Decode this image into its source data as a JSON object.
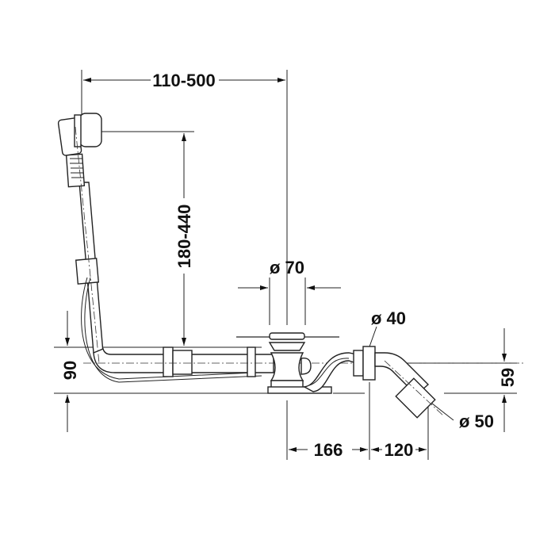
{
  "drawing": {
    "line_color": "#222222",
    "dimensions": {
      "overflow_offset": "110-500",
      "overflow_height": "180-440",
      "depth": "90",
      "drain_diameter": "ø 70",
      "outlet_diameter": "ø 40",
      "connection_diameter": "ø 50",
      "drop": "59",
      "drain_to_outlet": "166",
      "outlet_length": "120"
    }
  }
}
